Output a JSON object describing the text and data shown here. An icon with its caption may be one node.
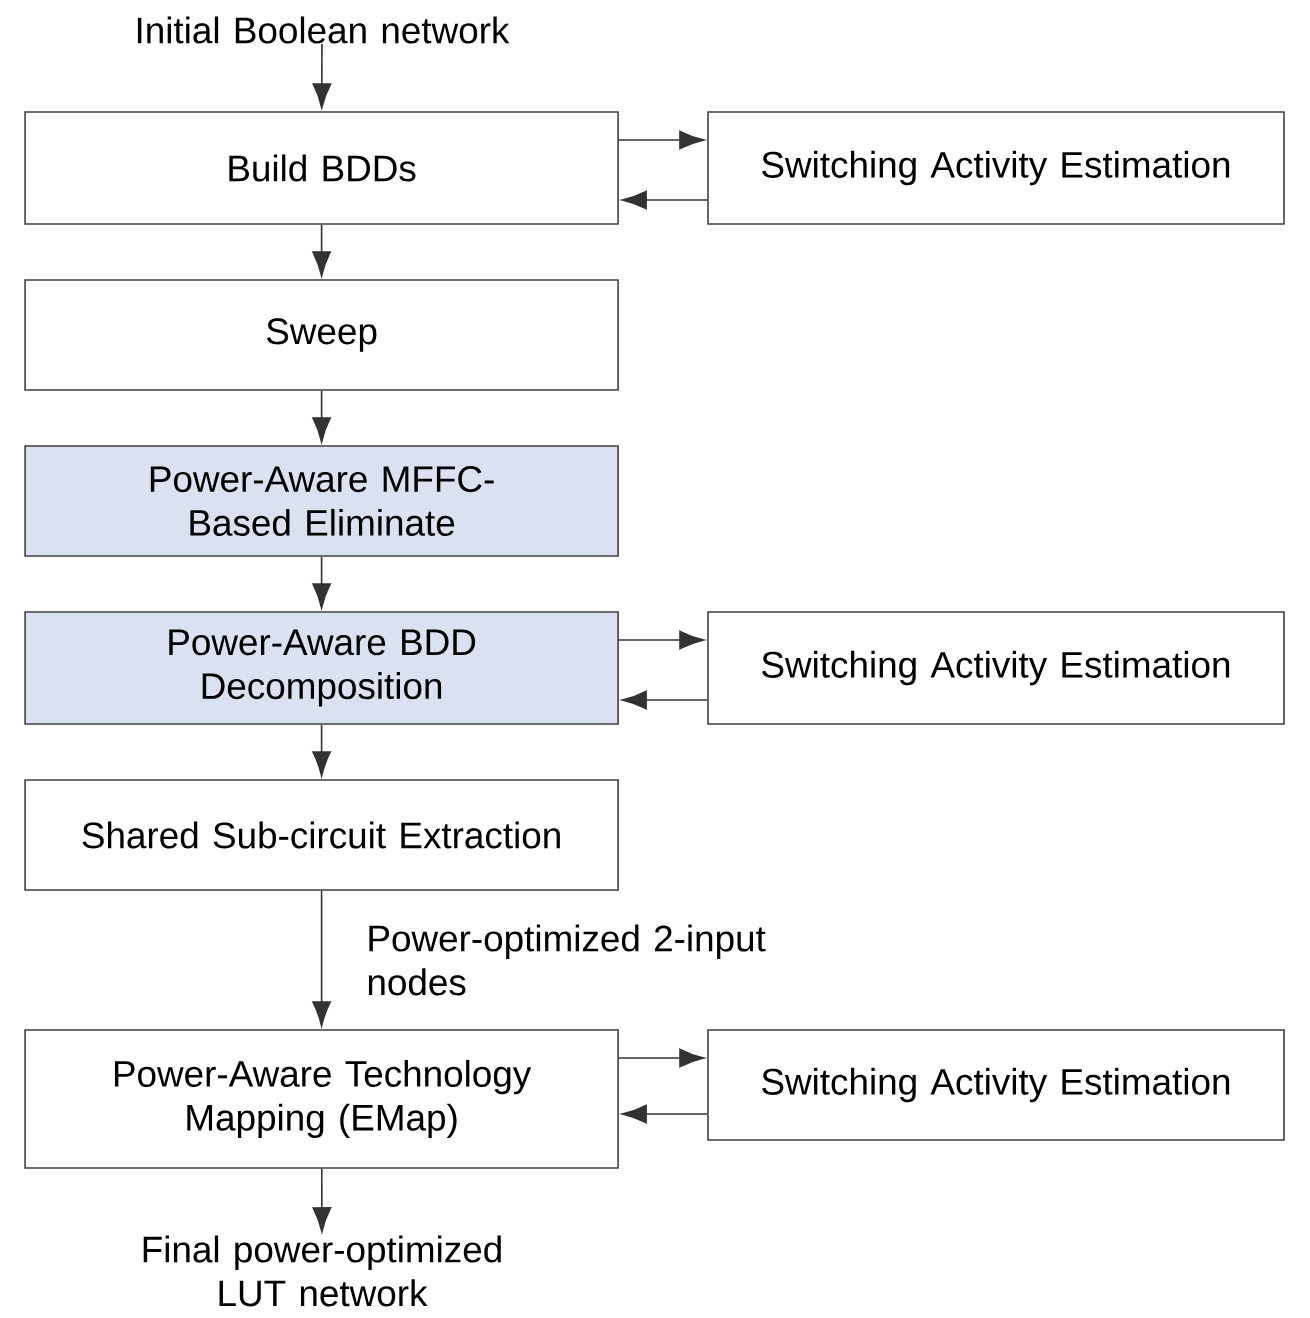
{
  "diagram": {
    "nodes": [
      {
        "text": [
          "Initial Boolean network"
        ]
      },
      {
        "text": [
          "Build BDDs"
        ]
      },
      {
        "text": [
          "Switching Activity Estimation"
        ]
      },
      {
        "text": [
          "Sweep"
        ]
      },
      {
        "text": [
          "Power-Aware MFFC-Based Eliminate"
        ]
      },
      {
        "text": [
          "Power-Aware BDD Decomposition"
        ]
      },
      {
        "text": [
          "Switching Activity Estimation"
        ]
      },
      {
        "text": [
          "Shared Sub-circuit Extraction"
        ]
      },
      {
        "text": [
          "Power-Aware Technology Mapping (EMap)"
        ]
      },
      {
        "text": [
          "Switching Activity Estimation"
        ]
      },
      {
        "text": [
          "Final power-optimized LUT network"
        ]
      }
    ],
    "edges": [
      {
        "from": 0,
        "to": 1,
        "arrow": "to"
      },
      {
        "from": 1,
        "to": 2,
        "arrow": "to"
      },
      {
        "from": 2,
        "to": 1,
        "arrow": "to"
      },
      {
        "from": 1,
        "to": 3,
        "arrow": "to"
      },
      {
        "from": 3,
        "to": 4,
        "arrow": "to"
      },
      {
        "from": 4,
        "to": 5,
        "arrow": "to"
      },
      {
        "from": 5,
        "to": 6,
        "arrow": "to"
      },
      {
        "from": 6,
        "to": 5,
        "arrow": "to"
      },
      {
        "from": 5,
        "to": 7,
        "arrow": "to"
      },
      {
        "from": 7,
        "to": 8,
        "arrow": "to",
        "label": "Power-optimized 2-input nodes"
      },
      {
        "from": 8,
        "to": 9,
        "arrow": "to"
      },
      {
        "from": 9,
        "to": 8,
        "arrow": "to"
      },
      {
        "from": 8,
        "to": 10,
        "arrow": "to"
      }
    ]
  }
}
